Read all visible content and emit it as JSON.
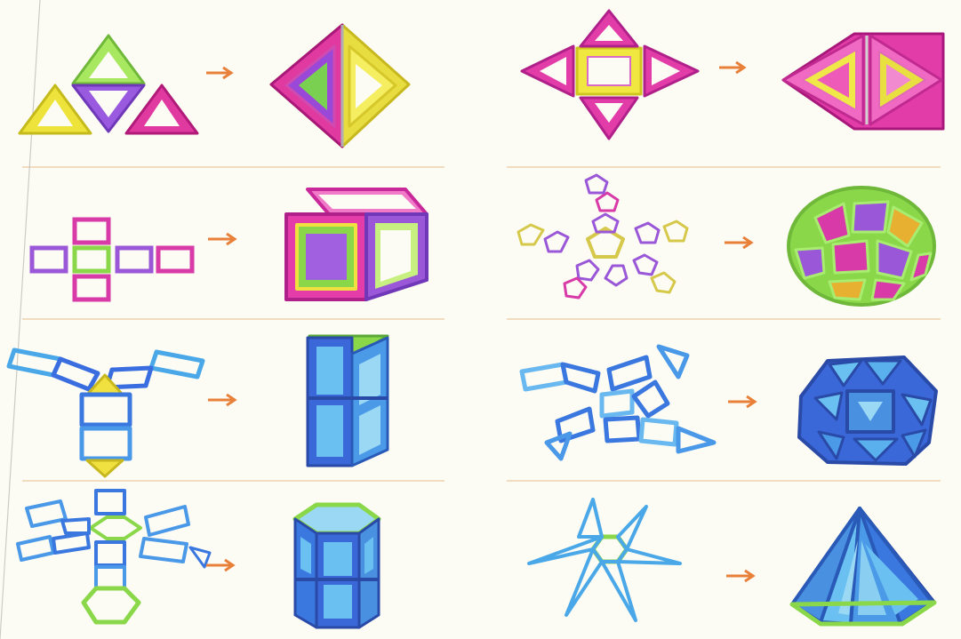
{
  "colors": {
    "background": "#fcfcf4",
    "divider": "#f1dcc0",
    "arrow": "#e8803a",
    "pink": "#d9208f",
    "pink_light": "#f07ac4",
    "yellow": "#e8e030",
    "green": "#8fd84a",
    "purple": "#8a48d6",
    "violet": "#b070e8",
    "blue": "#3a6ee0",
    "sky": "#4aa8e8",
    "teal": "#4ac8c0"
  },
  "panels": [
    {
      "net": "triangle-net",
      "shape": "tetrahedron",
      "arrow": "arrow-icon"
    },
    {
      "net": "diamond-net",
      "shape": "octahedron",
      "arrow": "arrow-icon"
    },
    {
      "net": "cross-net",
      "shape": "cube",
      "arrow": "arrow-icon"
    },
    {
      "net": "pentagon-star-net",
      "shape": "icosidodecahedron",
      "arrow": "arrow-icon"
    },
    {
      "net": "prism-net",
      "shape": "triangular-prism",
      "arrow": "arrow-icon"
    },
    {
      "net": "pinwheel-net",
      "shape": "cuboctahedron",
      "arrow": "arrow-icon"
    },
    {
      "net": "hexagon-flower-net",
      "shape": "hexagonal-prism",
      "arrow": "arrow-icon"
    },
    {
      "net": "hexagram-net",
      "shape": "hexagonal-pyramid",
      "arrow": "arrow-icon"
    }
  ]
}
